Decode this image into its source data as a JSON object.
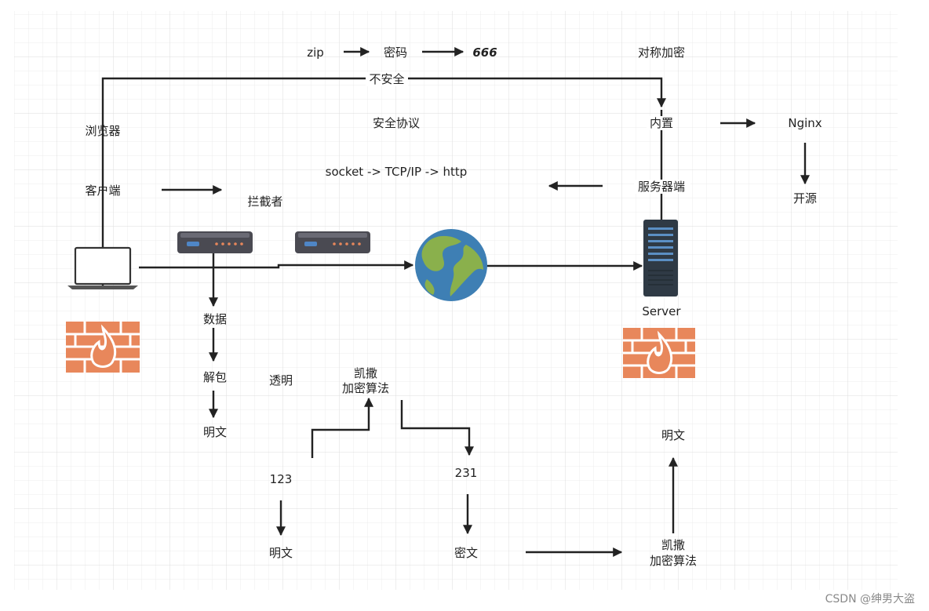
{
  "labels": {
    "zip": "zip",
    "password": "密码",
    "code666": "666",
    "symmetric": "对称加密",
    "insecure": "不安全",
    "browser": "浏览器",
    "secure_protocol": "安全协议",
    "builtin": "内置",
    "nginx": "Nginx",
    "socket_chain": "socket -> TCP/IP -> http",
    "client": "客户端",
    "server_side": "服务器端",
    "interceptor": "拦截者",
    "open_source": "开源",
    "server": "Server",
    "data": "数据",
    "unpack": "解包",
    "transparent": "透明",
    "caesar_1": "凯撒",
    "caesar_2": "加密算法",
    "plaintext_1": "明文",
    "plaintext_right": "明文",
    "num123": "123",
    "num231": "231",
    "plaintext_2": "明文",
    "ciphertext": "密文",
    "caesar2_1": "凯撒",
    "caesar2_2": "加密算法"
  },
  "watermark": "CSDN @绅男大盗",
  "colors": {
    "grid": "#e6e6e6",
    "line": "#222222",
    "firewall": "#e8875b",
    "globe_ocean": "#3e7fb4",
    "globe_land": "#8ab04c",
    "router_body": "#4a4a52",
    "server_body": "#2f3a45"
  }
}
